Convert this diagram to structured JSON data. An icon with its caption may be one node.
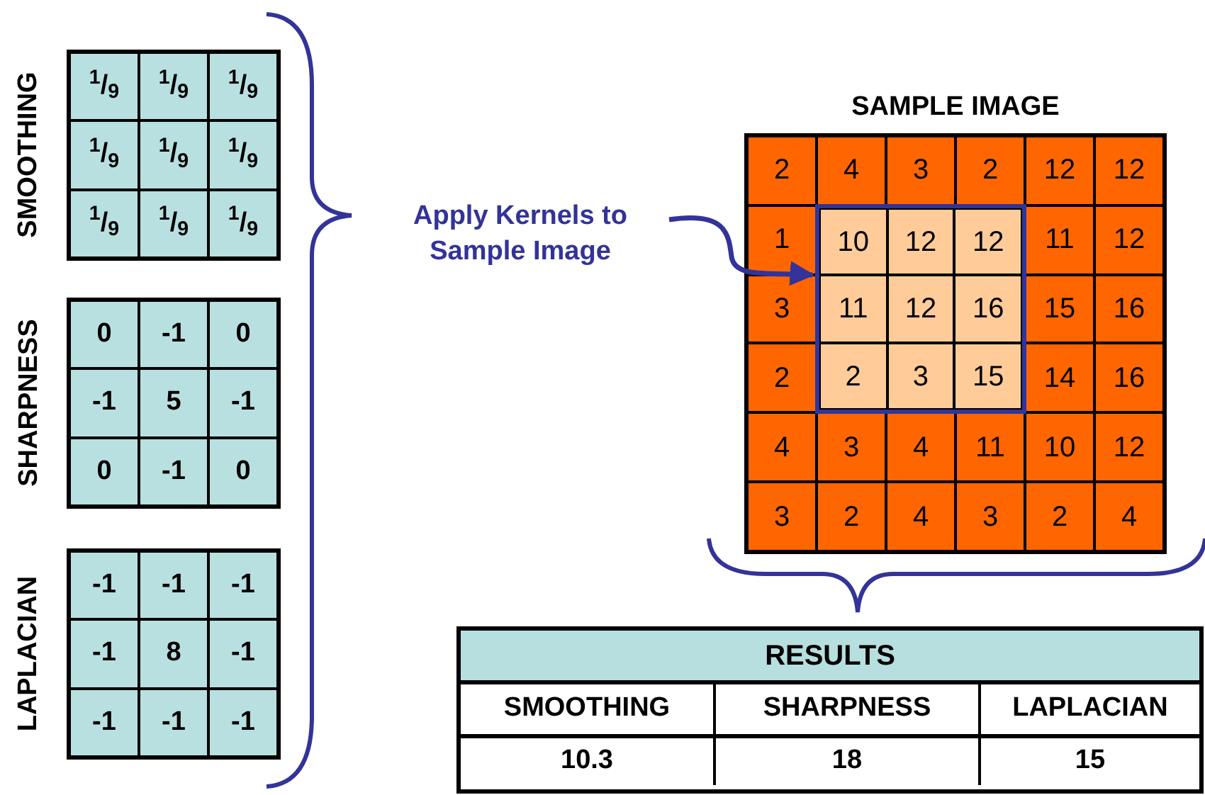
{
  "diagram": {
    "nodes": [
      {
        "text": [
          "SMOOTHING",
          "$^{1}$/$_{9}$",
          "$^{1}$/$_{9}$",
          "$^{1}$/$_{9}$",
          "$^{1}$/$_{9}$",
          "$^{1}$/$_{9}$",
          "$^{1}$/$_{9}$",
          "$^{1}$/$_{9}$",
          "$^{1}$/$_{9}$",
          "$^{1}$/$_{9}$"
        ]
      },
      {
        "text": [
          "SHARPNESS",
          "0",
          "-1",
          "0",
          "-1",
          "5",
          "-1",
          "0",
          "-1",
          "0"
        ]
      },
      {
        "text": [
          "LAPLACIAN",
          "-1",
          "-1",
          "-1",
          "-1",
          "8",
          "-1",
          "-1",
          "-1",
          "-1"
        ]
      },
      {
        "text": [
          "Apply Kernels to Sample Image"
        ]
      },
      {
        "text": [
          "SAMPLE IMAGE",
          "2",
          "4",
          "3",
          "2",
          "12",
          "12",
          "1",
          "11",
          "12",
          "3",
          "15",
          "16",
          "2",
          "14",
          "16",
          "4",
          "3",
          "4",
          "11",
          "10",
          "12",
          "3",
          "2",
          "4",
          "3",
          "2",
          "4"
        ]
      },
      {
        "text": [
          "10",
          "12",
          "12",
          "11",
          "12",
          "16",
          "2",
          "3",
          "15"
        ],
        "in": 4
      },
      {
        "text": [
          "RESULTS",
          "SMOOTHING",
          "SHARPNESS",
          "LAPLACIAN",
          "10.3",
          "18",
          "15"
        ]
      }
    ],
    "edges": [
      {
        "from": 3,
        "to": 5,
        "arrow": "to"
      }
    ]
  }
}
